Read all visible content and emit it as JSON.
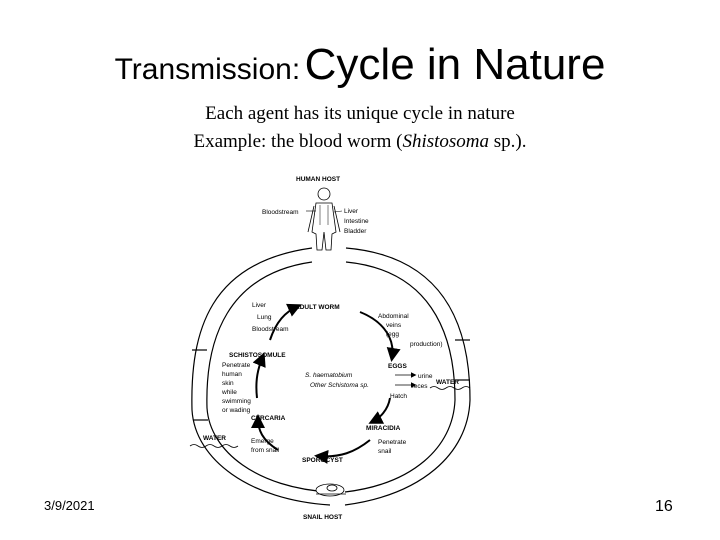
{
  "slide": {
    "title_part1": "Transmission:",
    "title_part2": "Cycle in Nature",
    "subtitle_line1": "Each agent has its unique cycle in nature",
    "subtitle_line2_prefix": "Example: the blood worm (",
    "subtitle_line2_italic": "Shistosoma",
    "subtitle_line2_suffix": " sp.).",
    "date": "3/9/2021",
    "page_number": "16"
  },
  "diagram": {
    "human_host": "HUMAN HOST",
    "bloodstream": "Bloodstream",
    "liver": "Liver",
    "intestine": "Intestine",
    "bladder": "Bladder",
    "adult_worm": "ADULT WORM",
    "liver_lung_1": "Liver",
    "liver_lung_2": "Lung",
    "liver_lung_3": "Bloodstream",
    "abdominal_1": "Abdominal",
    "abdominal_2": "veins",
    "abdominal_3": "(egg",
    "abdominal_4": "production)",
    "schistosomule": "SCHISTOSOMULE",
    "penetrate_1": "Penetrate",
    "penetrate_2": "human",
    "penetrate_3": "skin",
    "penetrate_4": "while",
    "penetrate_5": "swimming",
    "penetrate_6": "or wading",
    "species_1": "S. haematobium",
    "species_2": "Other Schistoma sp.",
    "eggs": "EGGS",
    "urine": "urine",
    "feces": "feces",
    "water_right": "WATER",
    "hatch": "Hatch",
    "cercaria": "CERCARIA",
    "water_left": "WATER",
    "emerge_1": "Emerge",
    "emerge_2": "from snail",
    "miracidia": "MIRACIDIA",
    "penetrate_snail_1": "Penetrate",
    "penetrate_snail_2": "snail",
    "sporocyst": "SPOROCYST",
    "snail_host": "SNAIL HOST"
  }
}
